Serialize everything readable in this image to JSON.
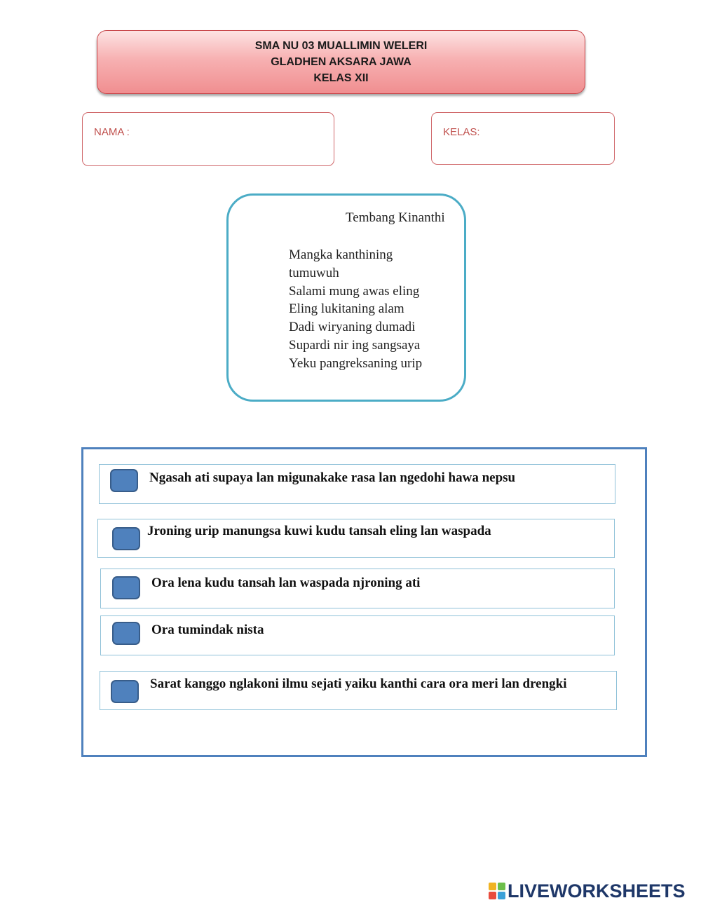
{
  "header": {
    "line1": "SMA NU 03 MUALLIMIN WELERI",
    "line2": "GLADHEN AKSARA JAWA",
    "line3": "KELAS XII"
  },
  "fields": {
    "nama_label": "NAMA :",
    "kelas_label": "KELAS:"
  },
  "poem": {
    "title": "Tembang Kinanthi",
    "lines": [
      "Mangka kanthining",
      "tumuwuh",
      "Salami mung awas eling",
      "Eling lukitaning alam",
      "Dadi wiryaning dumadi",
      "Supardi  nir ing sangsaya",
      "Yeku pangreksaning urip"
    ]
  },
  "options": [
    {
      "label": "Ngasah ati supaya lan migunakake rasa lan ngedohi hawa nepsu",
      "checked": false
    },
    {
      "label": "Jroning urip manungsa kuwi kudu tansah eling lan waspada",
      "checked": false
    },
    {
      "label": "Ora lena kudu tansah lan waspada njroning ati",
      "checked": false
    },
    {
      "label": "Ora tumindak nista",
      "checked": false
    },
    {
      "label": "Sarat kanggo nglakoni ilmu sejati yaiku kanthi cara ora meri lan drengki",
      "checked": false
    }
  ],
  "brand": {
    "name": "LIVEWORKSHEETS",
    "icon": "liveworksheets-logo-icon",
    "color": "#1e3768"
  },
  "colors": {
    "header_fill": "#f5a3a4",
    "field_border": "#d0686b",
    "poem_border": "#4bacc6",
    "answers_border": "#4f81bd",
    "checkbox_fill": "#4f81bd"
  }
}
